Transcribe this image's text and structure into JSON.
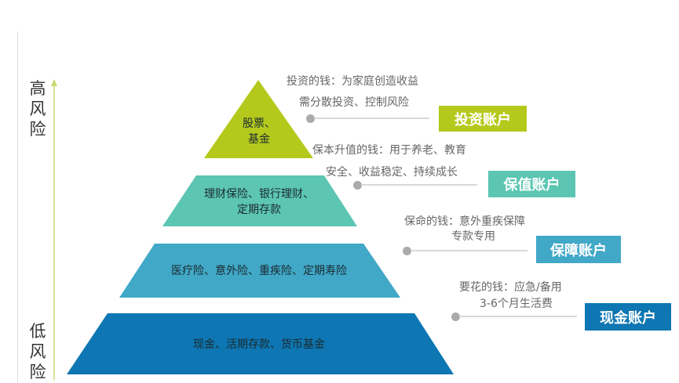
{
  "axis": {
    "high": "高风险",
    "low": "低风险",
    "arrow_color": "#d6e59a"
  },
  "tiers": [
    {
      "label_lines": [
        "股票、",
        "基金"
      ],
      "color": "#b5c91d"
    },
    {
      "label_lines": [
        "理财保险、银行理财、",
        "定期存款"
      ],
      "color": "#5cc6b2"
    },
    {
      "label_lines": [
        "医疗险、意外险、重疾险、定期寿险"
      ],
      "color": "#41a8c7"
    },
    {
      "label_lines": [
        "现金、活期存款、货币基金"
      ],
      "color": "#0e76b2"
    }
  ],
  "accounts": [
    {
      "name": "投资账户",
      "desc1": "投资的钱：为家庭创造收益",
      "desc2": "需分散投资、控制风险",
      "color": "#b5c91d"
    },
    {
      "name": "保值账户",
      "desc1": "保本升值的钱：用于养老、教育",
      "desc2": "安全、收益稳定、持续成长",
      "color": "#5cc6b2"
    },
    {
      "name": "保障账户",
      "desc1": "保命的钱：意外重疾保障",
      "desc2": "专款专用",
      "color": "#41a8c7"
    },
    {
      "name": "现金账户",
      "desc1": "要花的钱：应急/备用",
      "desc2": "3-6个月生活费",
      "color": "#0e76b2"
    }
  ]
}
